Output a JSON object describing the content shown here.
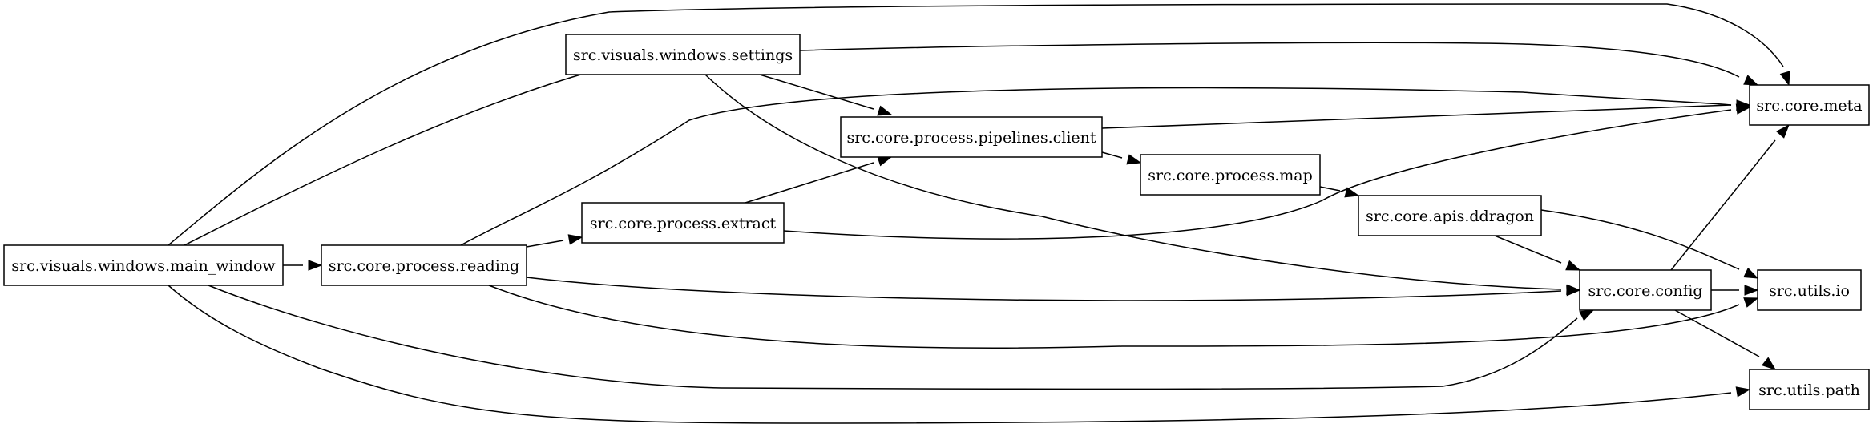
{
  "nodes": [
    {
      "id": "main_window",
      "label": "src.visuals.windows.main_window"
    },
    {
      "id": "settings",
      "label": "src.visuals.windows.settings"
    },
    {
      "id": "reading",
      "label": "src.core.process.reading"
    },
    {
      "id": "extract",
      "label": "src.core.process.extract"
    },
    {
      "id": "pipelines_client",
      "label": "src.core.process.pipelines.client"
    },
    {
      "id": "map",
      "label": "src.core.process.map"
    },
    {
      "id": "ddragon",
      "label": "src.core.apis.ddragon"
    },
    {
      "id": "config",
      "label": "src.core.config"
    },
    {
      "id": "meta",
      "label": "src.core.meta"
    },
    {
      "id": "io",
      "label": "src.utils.io"
    },
    {
      "id": "path",
      "label": "src.utils.path"
    }
  ],
  "edges": [
    {
      "from": "main_window",
      "to": "meta"
    },
    {
      "from": "main_window",
      "to": "settings"
    },
    {
      "from": "main_window",
      "to": "reading"
    },
    {
      "from": "main_window",
      "to": "config"
    },
    {
      "from": "main_window",
      "to": "path"
    },
    {
      "from": "settings",
      "to": "meta"
    },
    {
      "from": "settings",
      "to": "pipelines_client"
    },
    {
      "from": "settings",
      "to": "config"
    },
    {
      "from": "reading",
      "to": "meta"
    },
    {
      "from": "reading",
      "to": "extract"
    },
    {
      "from": "reading",
      "to": "config"
    },
    {
      "from": "reading",
      "to": "io"
    },
    {
      "from": "extract",
      "to": "pipelines_client"
    },
    {
      "from": "extract",
      "to": "meta"
    },
    {
      "from": "pipelines_client",
      "to": "meta"
    },
    {
      "from": "pipelines_client",
      "to": "map"
    },
    {
      "from": "map",
      "to": "ddragon"
    },
    {
      "from": "ddragon",
      "to": "config"
    },
    {
      "from": "ddragon",
      "to": "io"
    },
    {
      "from": "config",
      "to": "meta"
    },
    {
      "from": "config",
      "to": "io"
    },
    {
      "from": "config",
      "to": "path"
    }
  ]
}
